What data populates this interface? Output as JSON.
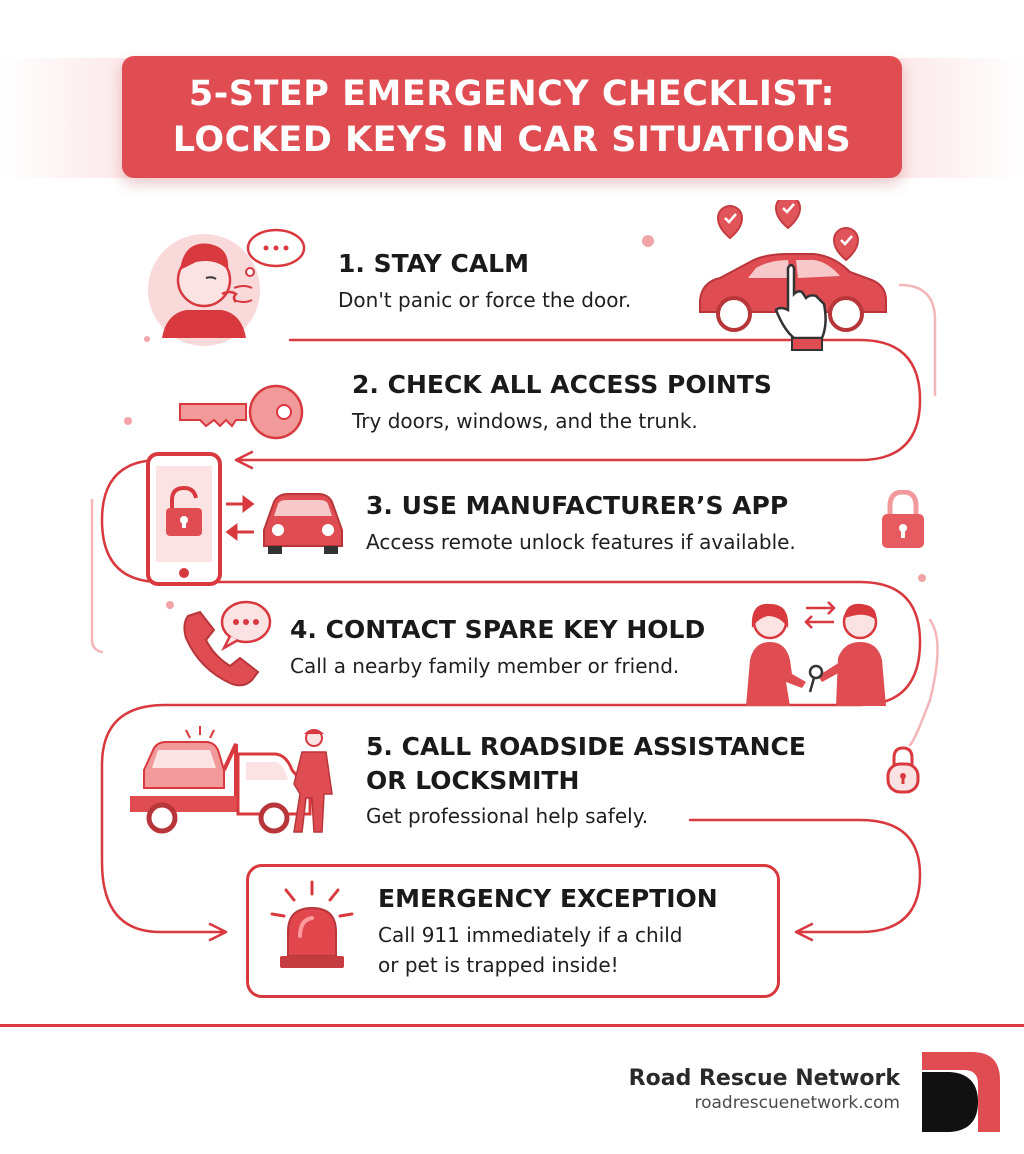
{
  "header": {
    "title_line1": "5-STEP EMERGENCY CHECKLIST:",
    "title_line2": "LOCKED KEYS IN CAR SITUATIONS"
  },
  "steps": [
    {
      "title": "1. STAY CALM",
      "desc": "Don't panic or force the door."
    },
    {
      "title": "2. CHECK ALL ACCESS POINTS",
      "desc": "Try doors, windows, and the trunk."
    },
    {
      "title": "3. USE MANUFACTURER’S APP",
      "desc": "Access remote unlock features if available."
    },
    {
      "title": "4. CONTACT SPARE KEY HOLD",
      "desc": "Call a nearby family member or friend."
    },
    {
      "title_line1": "5. CALL ROADSIDE ASSISTANCE",
      "title_line2": "OR LOCKSMITH",
      "desc": "Get professional help safely."
    }
  ],
  "emergency": {
    "title": "EMERGENCY EXCEPTION",
    "desc_line1": "Call 911 immediately if a child",
    "desc_line2": "or pet is trapped inside!"
  },
  "footer": {
    "brand": "Road Rescue Network",
    "url": "roadrescuenetwork.com"
  },
  "colors": {
    "accent": "#df4d52",
    "accent_dark": "#d8393f",
    "light": "#f6c8ca"
  },
  "icons": [
    "person-breathing-icon",
    "car-touch-icon",
    "key-icon",
    "phone-unlock-icon",
    "car-front-icon",
    "padlock-icon",
    "phone-call-icon",
    "key-handover-icon",
    "tow-truck-icon",
    "emergency-siren-icon",
    "brand-logo-icon"
  ]
}
